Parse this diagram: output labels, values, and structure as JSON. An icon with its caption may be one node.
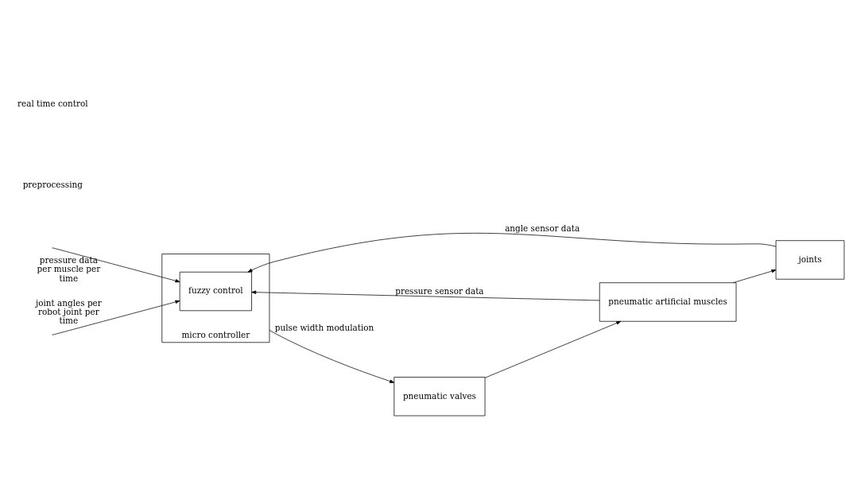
{
  "diagram": {
    "nodes": [
      {
        "text": [
          "micro controller"
        ]
      },
      {
        "text": [
          "fuzzy control"
        ],
        "in": 0
      },
      {
        "text": [
          "joints"
        ]
      },
      {
        "text": [
          "pneumatic artificial muscles"
        ]
      },
      {
        "text": [
          "pneumatic valves"
        ]
      }
    ],
    "edges": [
      {
        "from": 2,
        "to": 1,
        "arrow": "to",
        "label": "angle sensor data"
      },
      {
        "from": 3,
        "to": 1,
        "arrow": "to",
        "label": "pressure sensor data"
      },
      {
        "from": 0,
        "to": 4,
        "arrow": "to",
        "label": "pulse width modulation"
      },
      {
        "from": 4,
        "to": 3,
        "arrow": "to"
      },
      {
        "from": 3,
        "to": 2,
        "arrow": "to"
      },
      {
        "from": null,
        "to": 1,
        "arrow": "to",
        "label": "pressure data per muscle per time"
      },
      {
        "from": null,
        "to": 1,
        "arrow": "to",
        "label": "joint angles per robot joint per time"
      }
    ],
    "labels": [
      "preprocessing",
      "real time control"
    ]
  }
}
